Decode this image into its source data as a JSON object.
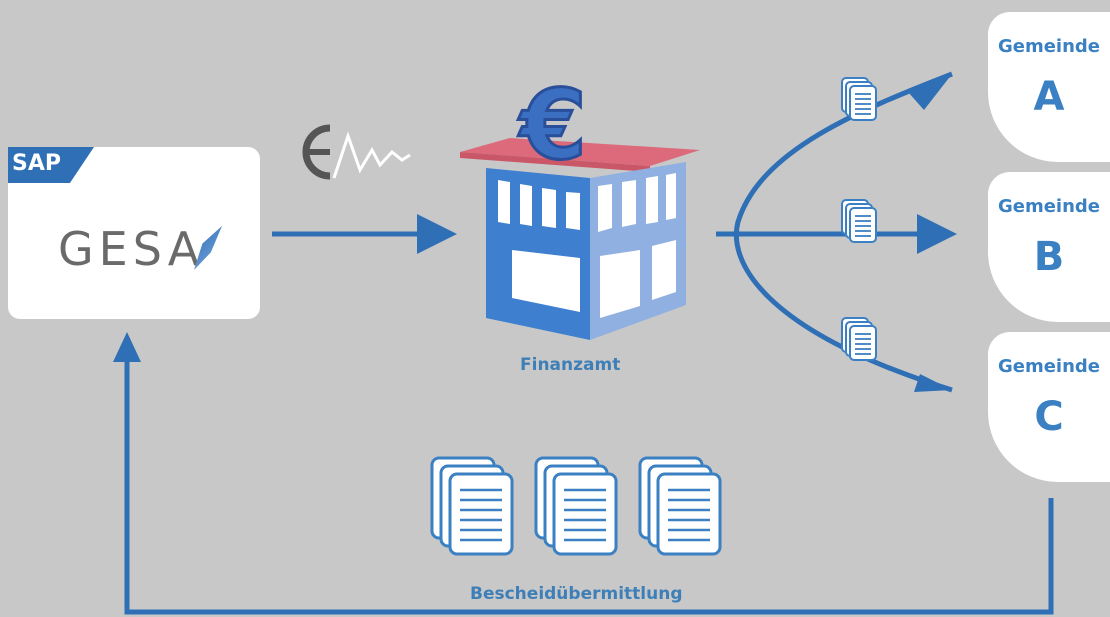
{
  "diagram": {
    "source_system": {
      "logo_text": "SAP",
      "app_name": "GESA"
    },
    "elster_logo": "elster-logo",
    "tax_office": {
      "label": "Finanzamt",
      "icon": "building-with-euro-icon"
    },
    "municipalities": [
      {
        "title": "Gemeinde",
        "letter": "A"
      },
      {
        "title": "Gemeinde",
        "letter": "B"
      },
      {
        "title": "Gemeinde",
        "letter": "C"
      }
    ],
    "notice_transfer": {
      "label": "Bescheidübermittlung"
    },
    "colors": {
      "background": "#c8c8c8",
      "arrow": "#2f6fb5",
      "building": "#3f7fd0",
      "roof": "#dd6a7a",
      "text_accent": "#3a80c2"
    }
  }
}
